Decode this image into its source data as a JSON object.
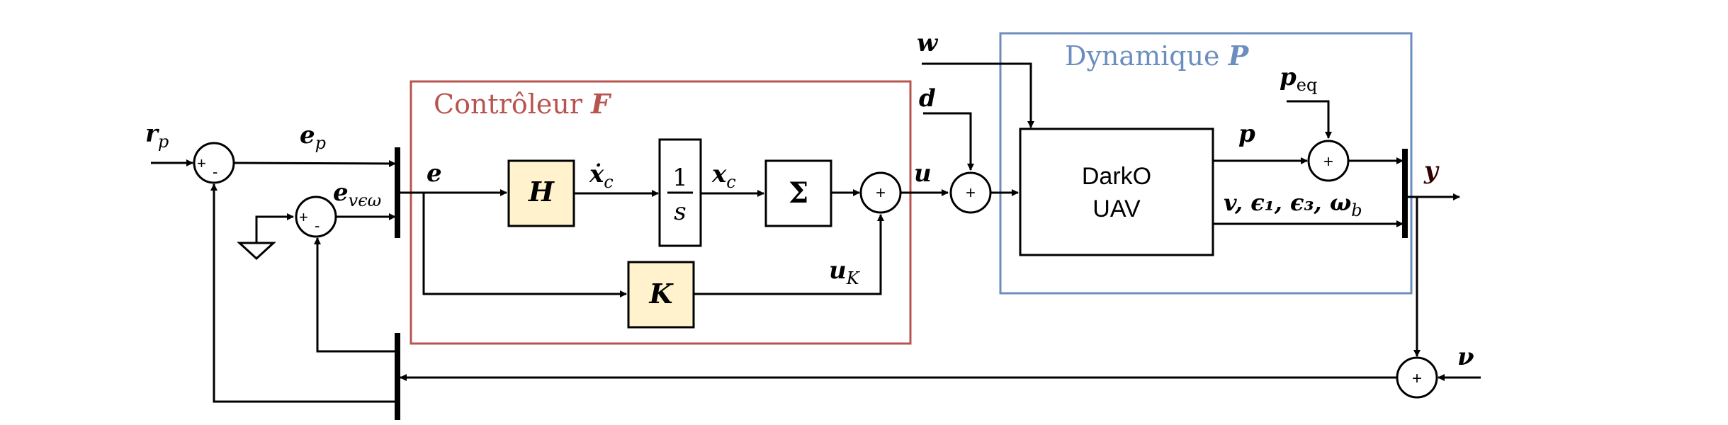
{
  "colors": {
    "controller_border": "#b85450",
    "plant_border": "#6c8ebf",
    "highlight_block": "#fff2cc",
    "y_label": "#330000"
  },
  "controller": {
    "title": "Contrôleur ",
    "symbol": "F"
  },
  "plant": {
    "title": "Dynamique ",
    "symbol": "P"
  },
  "uav": {
    "line1": "DarkO",
    "line2": "UAV"
  },
  "blocks": {
    "H": "H",
    "K": "K",
    "Sigma": "Σ",
    "integrator_num": "1",
    "integrator_den": "s"
  },
  "signals": {
    "r_main": "r",
    "r_sub": "p",
    "ep_main": "e",
    "ep_sub": "p",
    "eve_main": "e",
    "eve_sub": "vϵω",
    "e": "e",
    "xdot_main": "ẋ",
    "xdot_sub": "c",
    "x_main": "x",
    "x_sub": "c",
    "uK_main": "u",
    "uK_sub": "K",
    "u": "u",
    "w": "w",
    "d": "d",
    "p": "p",
    "peq_main": "p",
    "peq_sub": "eq",
    "outputs": "v, ϵ₁, ϵ₃, ω",
    "outputs_sub": "b",
    "y": "y",
    "nu": "ν"
  },
  "signs": {
    "plus": "+",
    "minus": "-"
  }
}
